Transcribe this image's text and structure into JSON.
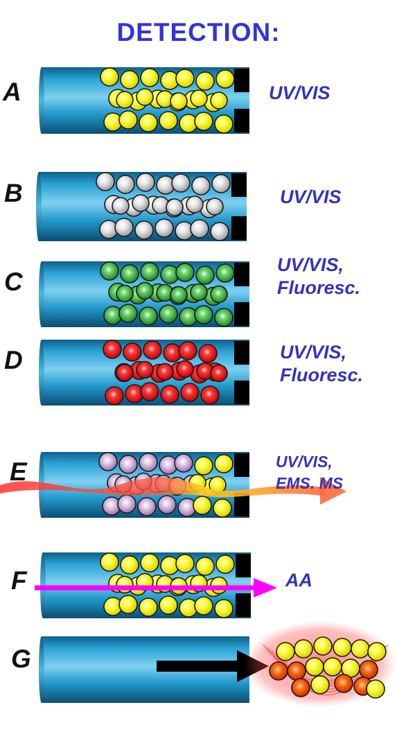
{
  "title": "DETECTION:",
  "colors": {
    "title": "#3333dd",
    "detection_text": "#3333bb",
    "label_text": "#111111",
    "column_body": "#1b8fc2",
    "frit": "#000000"
  },
  "rows": [
    {
      "label": "A",
      "detection": [
        "UV/VIS"
      ],
      "particles": "yellow"
    },
    {
      "label": "B",
      "detection": [
        "UV/VIS"
      ],
      "particles": "white"
    },
    {
      "label": "C",
      "detection": [
        "UV/VIS,",
        "Fluoresc."
      ],
      "particles": "green"
    },
    {
      "label": "D",
      "detection": [
        "UV/VIS,",
        "Fluoresc."
      ],
      "particles": "red"
    },
    {
      "label": "E",
      "detection": [
        "UV/VIS,",
        "EMS. MS"
      ],
      "particles": "violet-yellow",
      "beam": "red-to-yellow wave"
    },
    {
      "label": "F",
      "detection": [
        "AA"
      ],
      "particles": "yellow",
      "beam": "magenta arrow"
    },
    {
      "label": "G",
      "detection": [],
      "particles": "yellow-red extruded",
      "beam": "black arrow"
    }
  ]
}
